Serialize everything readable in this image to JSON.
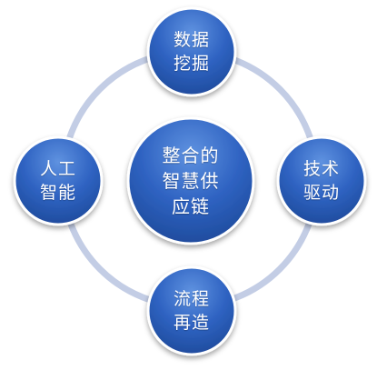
{
  "diagram": {
    "center": {
      "label": "整合的\n智慧供\n应链"
    },
    "nodes": [
      {
        "id": "top",
        "label": "数据\n挖掘"
      },
      {
        "id": "right",
        "label": "技术\n驱动"
      },
      {
        "id": "bottom",
        "label": "流程\n再造"
      },
      {
        "id": "left",
        "label": "人工\n智能"
      }
    ],
    "colors": {
      "ring": "#c3cde5",
      "node_light": "#5f92e0",
      "node_mid": "#2f63c2",
      "node_dark": "#1f4c9e",
      "node_stroke": "#ffffff",
      "text": "#ffffff"
    }
  }
}
